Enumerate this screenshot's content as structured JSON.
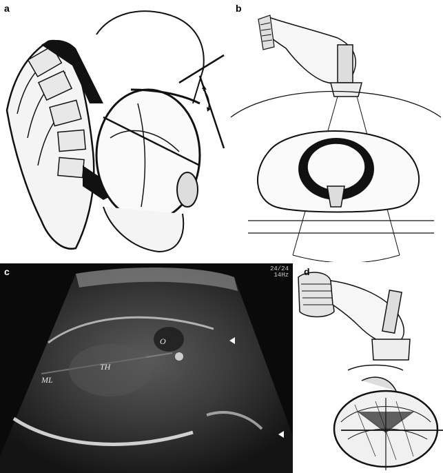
{
  "panels": {
    "a": {
      "label": "a"
    },
    "b": {
      "label": "b"
    },
    "c": {
      "label": "c",
      "info_line1": "24/24",
      "info_line2": "14Hz",
      "structure_ml": "ML",
      "structure_th": "TH",
      "structure_o": "O"
    },
    "d": {
      "label": "d"
    }
  },
  "colors": {
    "ink": "#111111",
    "ultrasound_bg": "#0a0a0a",
    "paper": "#ffffff"
  }
}
